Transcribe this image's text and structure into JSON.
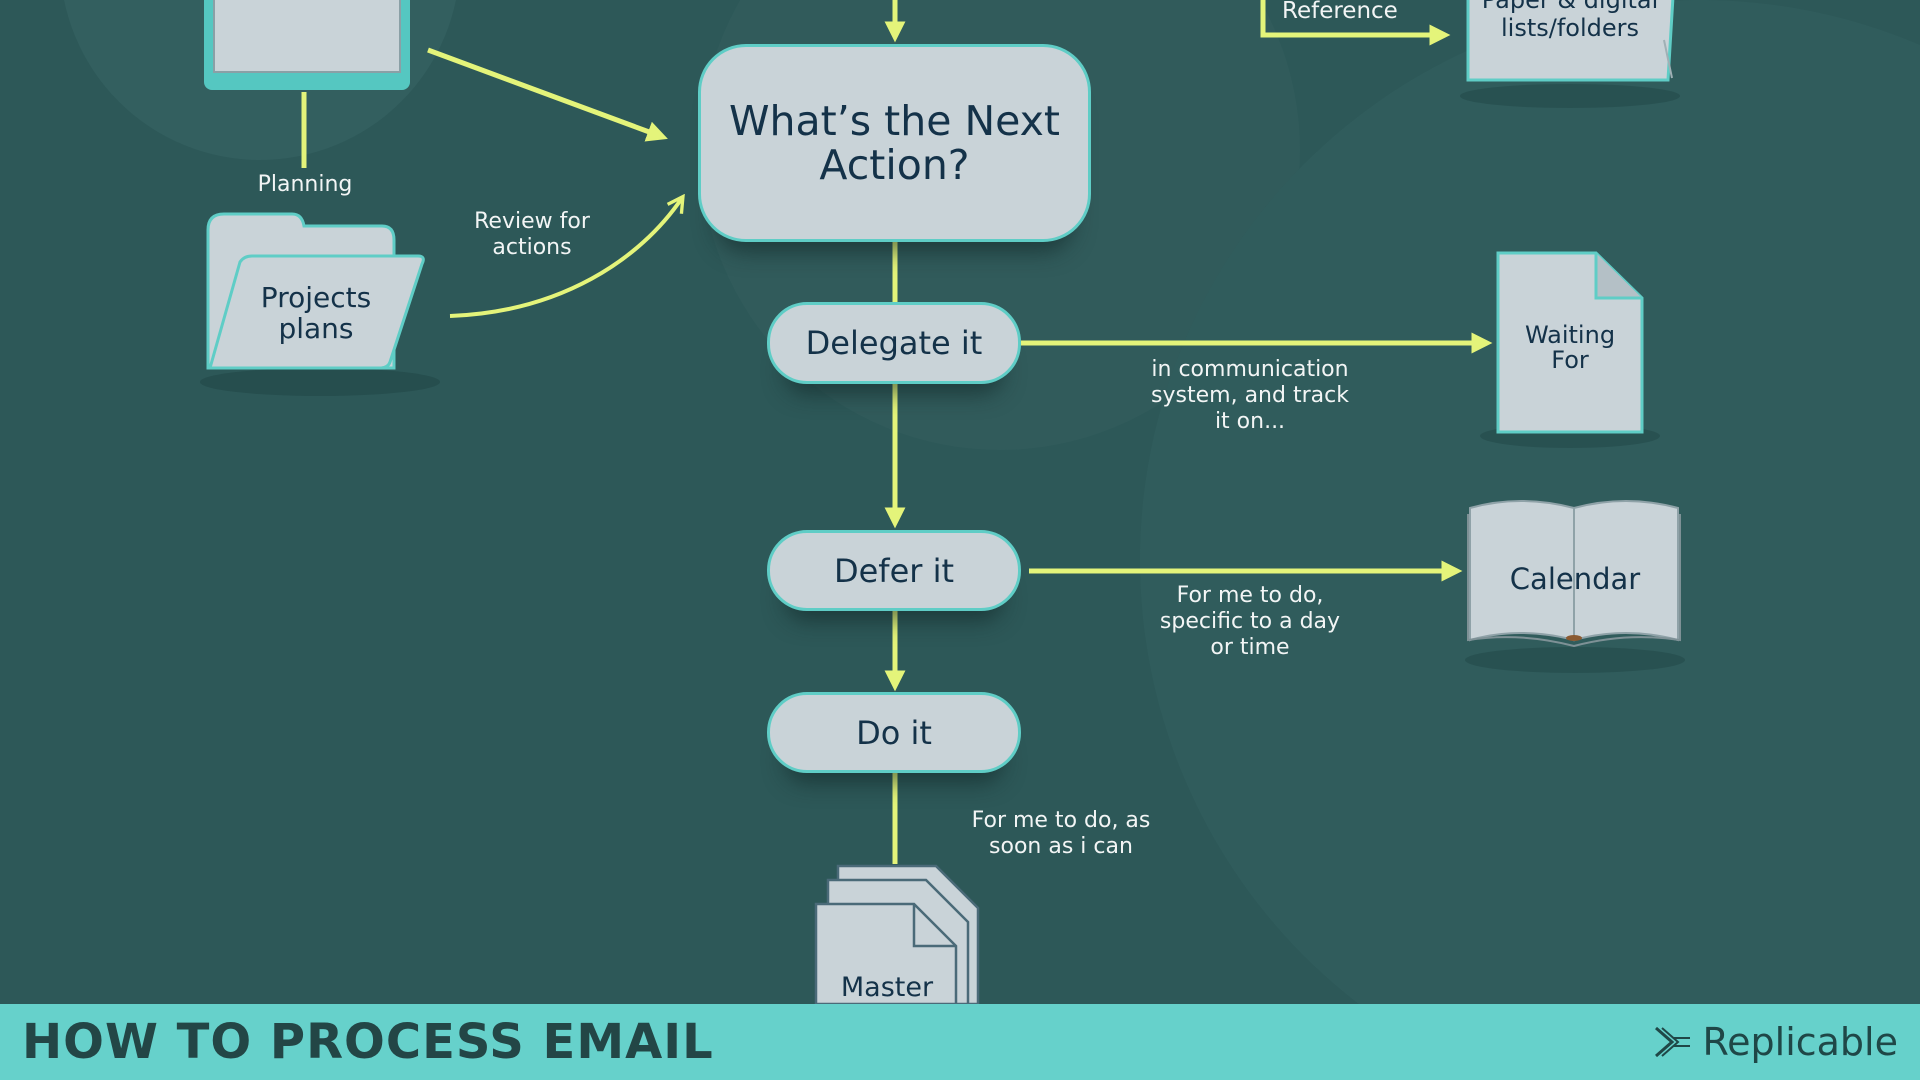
{
  "diagram": {
    "top_right_label": "Reference",
    "reference_doc": "Paper & digital\nlists/folders",
    "planning_label": "Planning",
    "projects_folder": "Projects\nplans",
    "review_label": "Review for\nactions",
    "next_action": "What’s the Next\nAction?",
    "delegate": "Delegate it",
    "delegate_note": "in communication\nsystem, and track\nit on...",
    "waiting_for": "Waiting\nFor",
    "defer": "Defer it",
    "defer_note": "For me to do,\nspecific to a day\nor time",
    "calendar": "Calendar",
    "do_it": "Do it",
    "do_note": "For me to do, as\nsoon as i can",
    "master": "Master"
  },
  "footer": {
    "title": "HOW TO PROCESS EMAIL",
    "brand": "Replicable",
    "brand_icon": "replicable-arrow-logo"
  },
  "colors": {
    "background": "#2d5858",
    "arrow": "#e4f47a",
    "node_fill": "#c9d3d8",
    "node_border": "#5fcdc6",
    "footer": "#66d1cb"
  }
}
